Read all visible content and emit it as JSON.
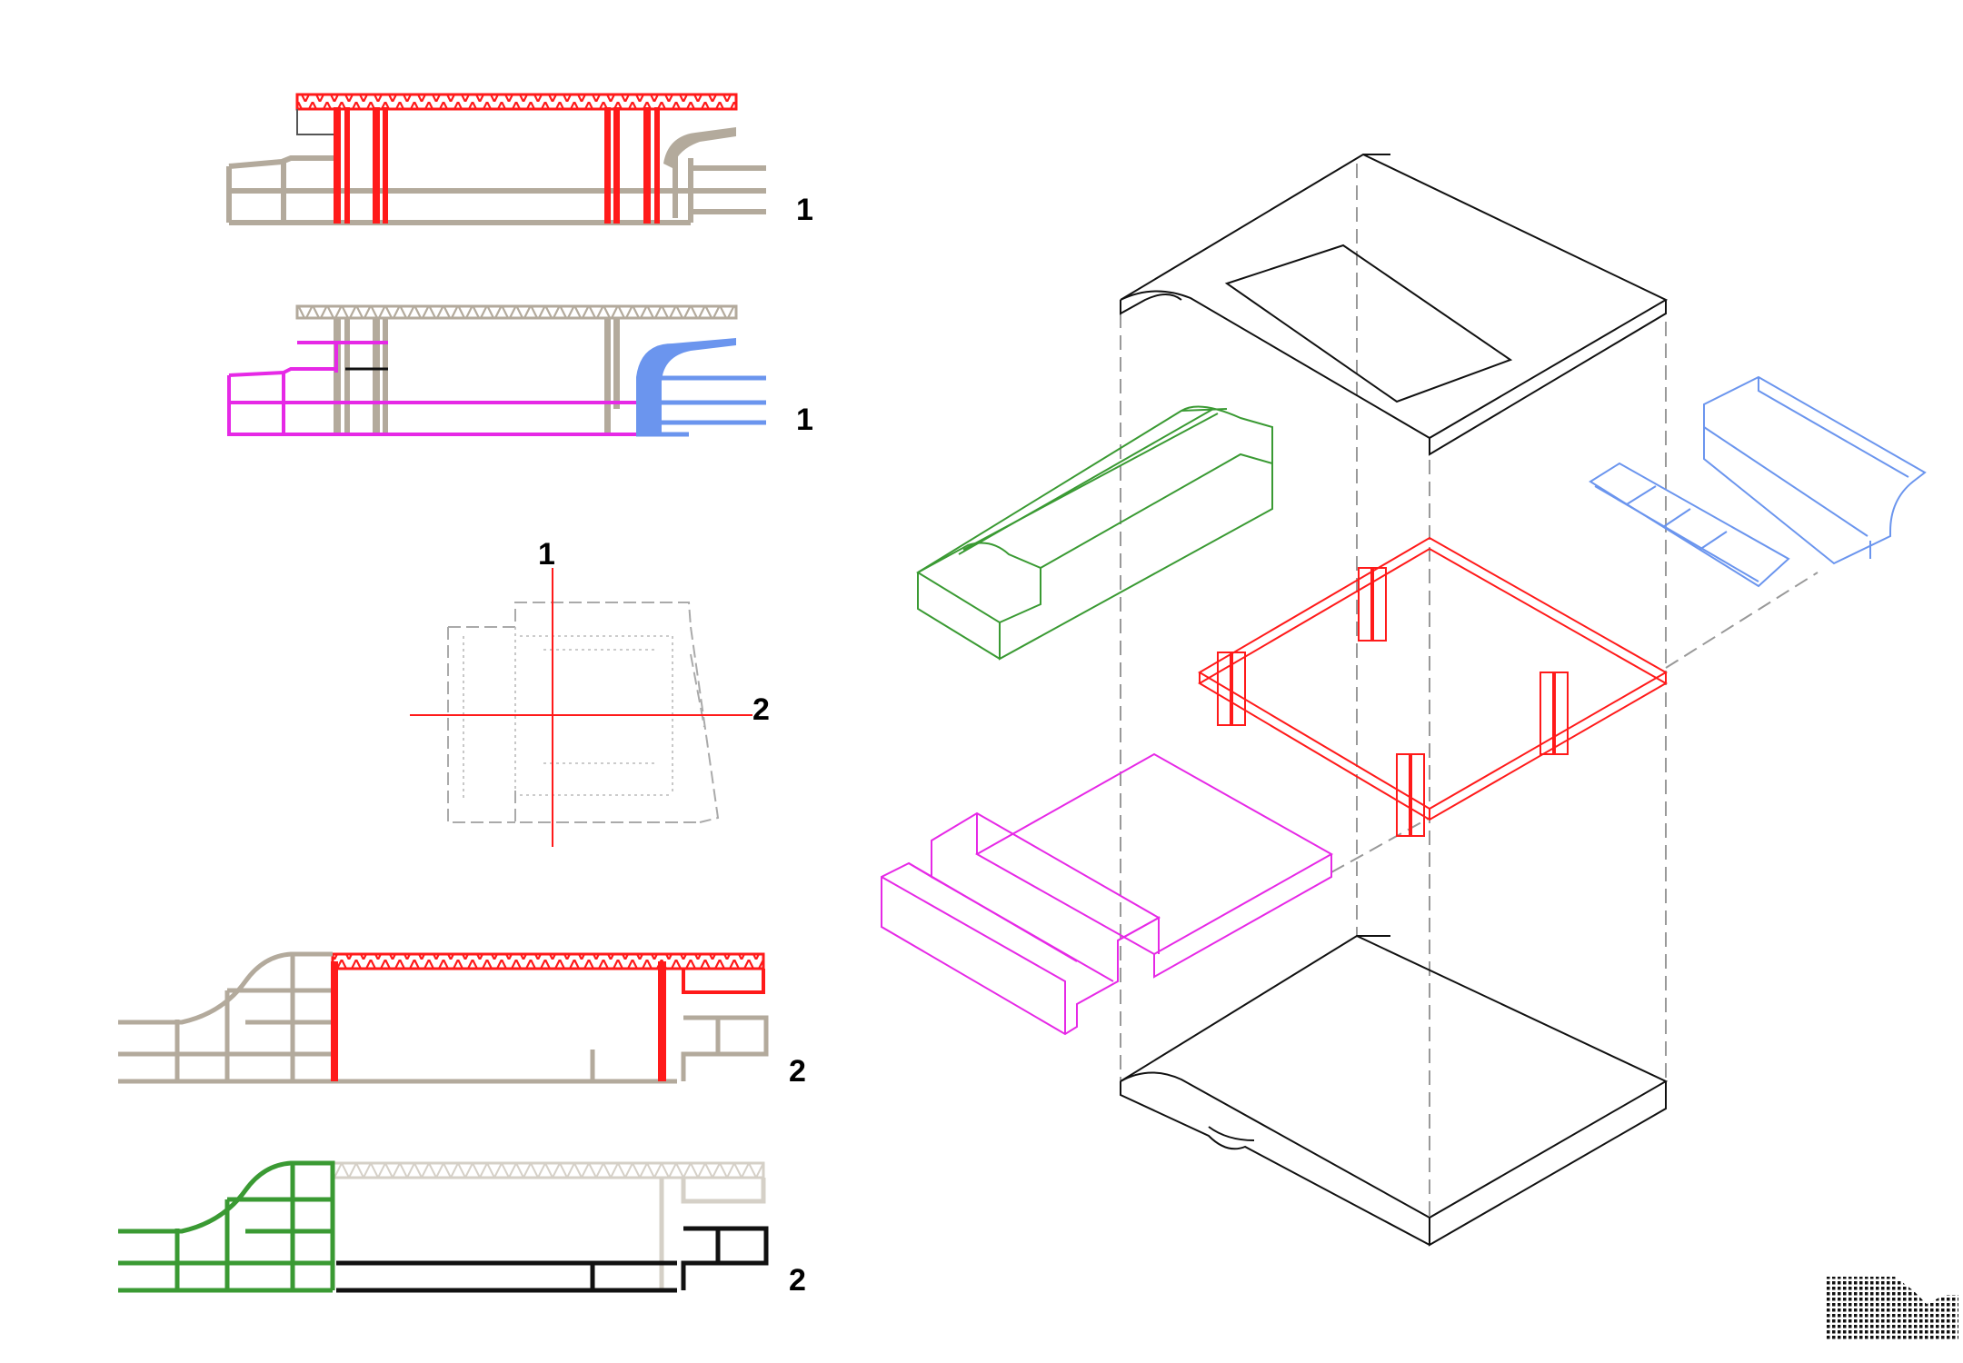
{
  "section_labels": {
    "a": "1",
    "b": "1",
    "plan_mark_1": "1",
    "plan_mark_2": "2",
    "c": "2",
    "d": "2"
  },
  "colors": {
    "background": "#ffffff",
    "context": "#b3aa9c",
    "structure_red": "#ff1a1a",
    "magenta": "#e629e6",
    "blue": "#6b95ee",
    "green": "#3a9a33",
    "black": "#111111",
    "dash_gray": "#9a9a9a"
  },
  "layers": [
    {
      "name": "roof-slab",
      "color": "black"
    },
    {
      "name": "green-volume",
      "color": "green"
    },
    {
      "name": "blue-volume",
      "color": "blue"
    },
    {
      "name": "red-frame",
      "color": "structure_red"
    },
    {
      "name": "magenta-platform",
      "color": "magenta"
    },
    {
      "name": "base-slab",
      "color": "black"
    }
  ]
}
